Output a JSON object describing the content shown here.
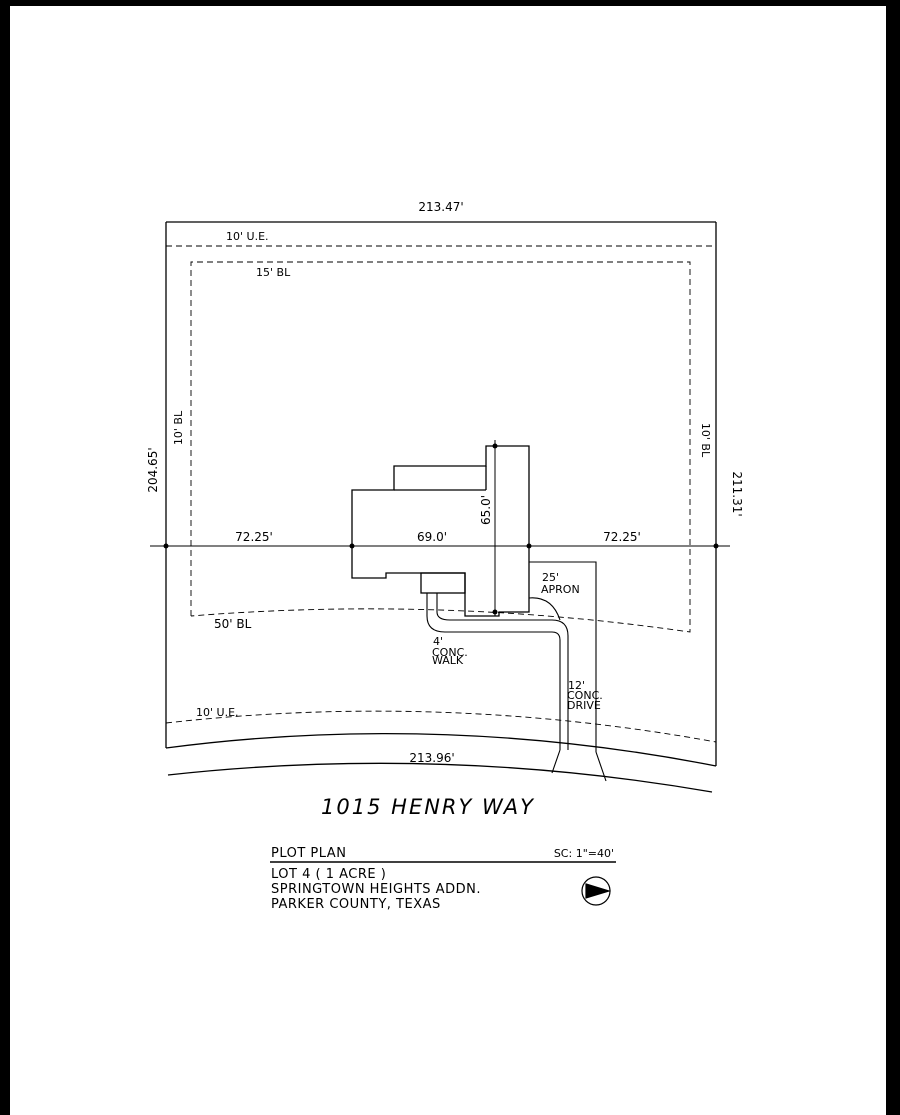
{
  "plan": {
    "dims": {
      "top": "213.47'",
      "bottom": "213.96'",
      "left": "204.65'",
      "right": "211.31'",
      "seg_left": "72.25'",
      "seg_mid": "69.0'",
      "seg_right": "72.25'",
      "house_depth": "65.0'"
    },
    "labels": {
      "ue_top": "10' U.E.",
      "bl_top": "15' BL",
      "bl_left": "10' BL",
      "bl_right": "10' BL",
      "bl_front": "50' BL",
      "ue_bottom": "10' U.E.",
      "apron_1": "25'",
      "apron_2": "APRON",
      "walk_1": "4'",
      "walk_2": "CONC.",
      "walk_3": "WALK",
      "drive_1": "12'",
      "drive_2": "CONC.",
      "drive_3": "DRIVE"
    },
    "street_address": "1015 HENRY WAY"
  },
  "title_block": {
    "heading": "PLOT PLAN",
    "scale": "SC: 1\"=40'",
    "line1": "LOT 4  ( 1 ACRE )",
    "line2": "SPRINGTOWN HEIGHTS ADDN.",
    "line3": "PARKER COUNTY, TEXAS"
  }
}
